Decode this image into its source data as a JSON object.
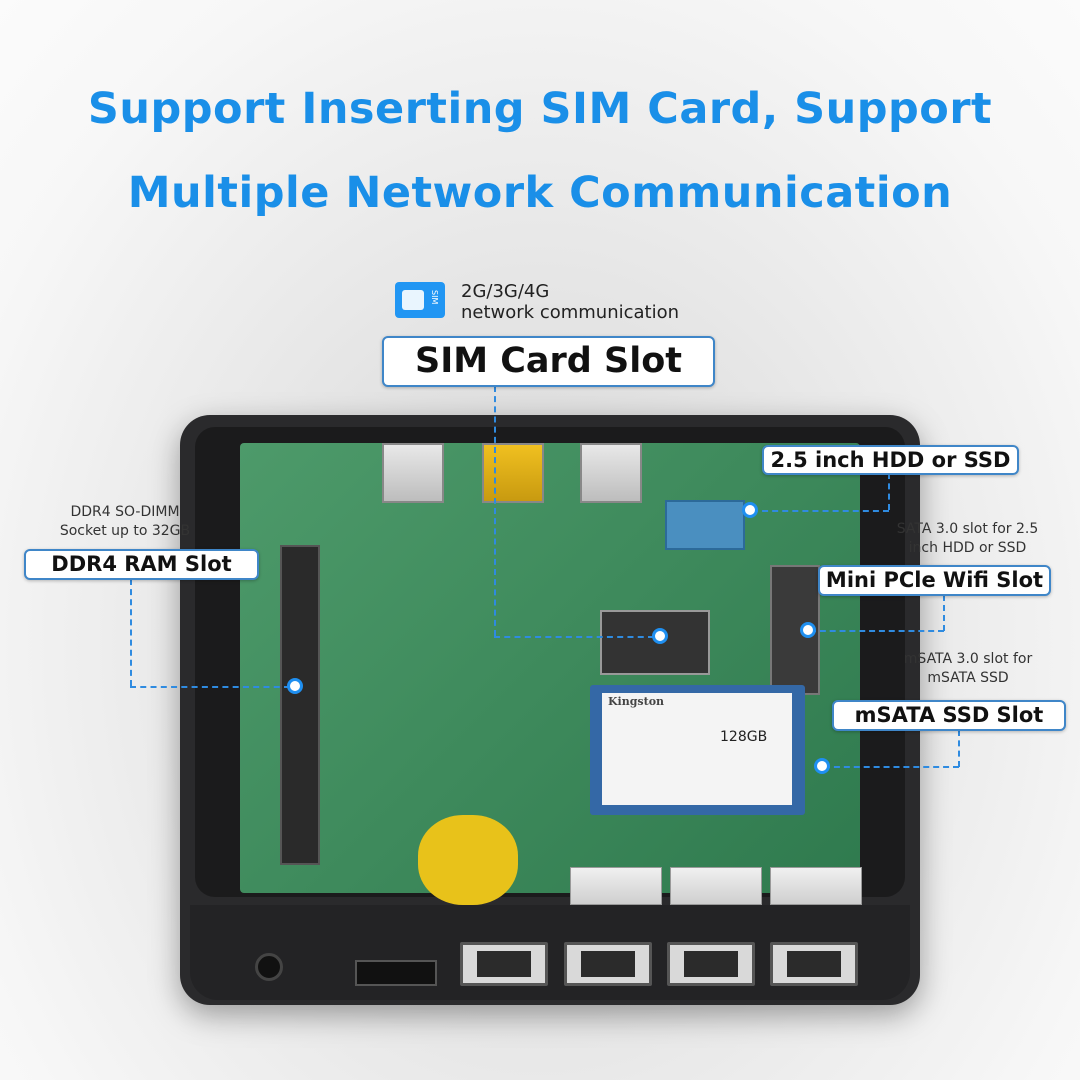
{
  "headline": {
    "line1": "Support Inserting SIM Card, Support",
    "line2": "Multiple Network Communication"
  },
  "sim_info": {
    "icon": "sim-card-icon",
    "icon_text": "SIM",
    "line1": "2G/3G/4G",
    "line2": "network communication"
  },
  "callouts": {
    "sim_slot": "SIM Card Slot",
    "hdd": "2.5 inch HDD or SSD",
    "hdd_note": [
      "SATA 3.0 slot for  2.5",
      "inch HDD or SSD"
    ],
    "wifi": "Mini PCle Wifi Slot",
    "msata_note": [
      "mSATA 3.0 slot for",
      "mSATA SSD"
    ],
    "msata": "mSATA SSD Slot",
    "ram_note": [
      "DDR4 SO-DIMM",
      "Socket up to 32GB"
    ],
    "ram": "DDR4 RAM Slot"
  },
  "ssd": {
    "brand": "Kingston",
    "capacity": "128GB"
  },
  "colors": {
    "accent": "#1a8fe8",
    "board": "#3f8a5c",
    "case": "#2a2a2c"
  }
}
